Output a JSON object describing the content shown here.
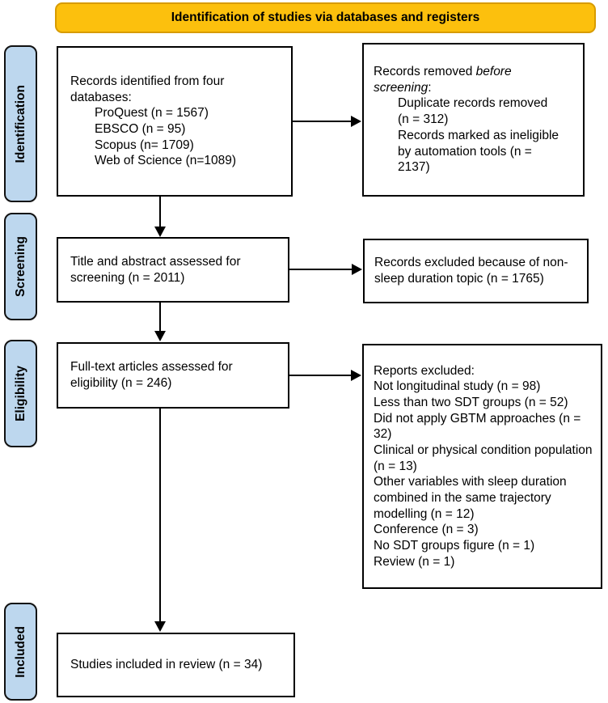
{
  "banner": {
    "title": "Identification of studies via databases and registers"
  },
  "sidebar": {
    "stages": [
      {
        "label": "Identification"
      },
      {
        "label": "Screening"
      },
      {
        "label": "Eligibility"
      },
      {
        "label": "Included"
      }
    ]
  },
  "boxes": {
    "records_identified": {
      "heading": "Records identified from four databases:",
      "items": [
        "ProQuest (n = 1567)",
        "EBSCO (n = 95)",
        "Scopus (n= 1709)",
        "Web of Science (n=1089)"
      ]
    },
    "records_removed": {
      "prefix": "Records removed ",
      "italic": "before screening",
      "suffix": ":",
      "items": [
        "Duplicate records removed (n = 312)",
        "Records marked as ineligible by automation tools (n = 2137)"
      ]
    },
    "title_abstract": {
      "text": "Title and abstract assessed for screening (n = 2011)"
    },
    "records_excluded": {
      "text": "Records excluded because of non-sleep duration topic (n = 1765)"
    },
    "fulltext": {
      "text": "Full-text articles assessed for eligibility (n = 246)"
    },
    "reports_excluded": {
      "heading": "Reports excluded:",
      "items": [
        "Not longitudinal study (n = 98)",
        "Less than two SDT groups (n = 52)",
        "Did not apply GBTM approaches (n = 32)",
        "Clinical or physical condition population (n = 13)",
        "Other variables with sleep duration combined in the same trajectory modelling (n = 12)",
        "Conference (n = 3)",
        "No SDT groups figure (n = 1)",
        "Review (n = 1)"
      ]
    },
    "included": {
      "text": "Studies included in review (n = 34)"
    }
  },
  "colors": {
    "banner_fill": "#FCC00D",
    "banner_border": "#D79B00",
    "stage_fill": "#BDD7EE",
    "box_border": "#000000"
  }
}
